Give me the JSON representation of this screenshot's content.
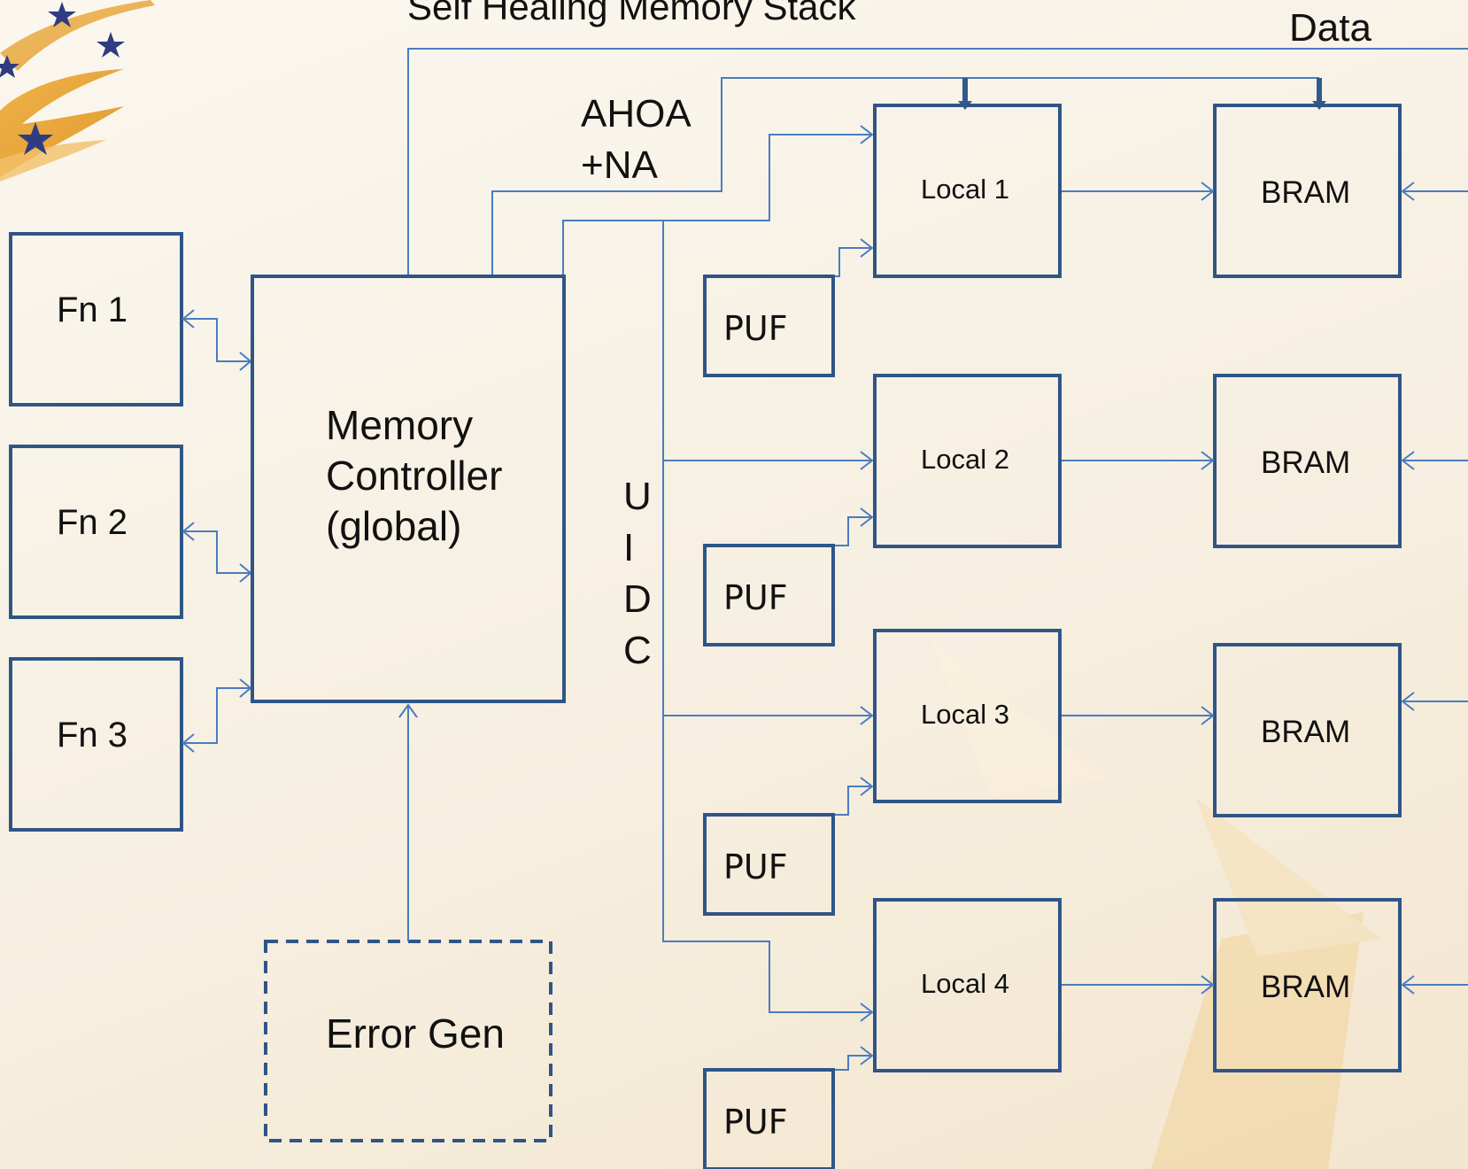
{
  "title": "Self Healing Memory Stack",
  "data_label": "Data",
  "ahoa_label_line1": "AHOA",
  "ahoa_label_line2": "+NA",
  "uidc_letters": [
    "U",
    "I",
    "D",
    "C"
  ],
  "functions": [
    "Fn 1",
    "Fn 2",
    "Fn 3"
  ],
  "controller_lines": [
    "Memory",
    "Controller",
    "(global)"
  ],
  "error_gen_label": "Error Gen",
  "locals": [
    "Local 1",
    "Local 2",
    "Local 3",
    "Local 4"
  ],
  "puf_label": "PUF",
  "bram_label": "BRAM",
  "colors": {
    "box_stroke": "#2f5587",
    "wire": "#4a7cc0",
    "logo_gold": "#e8a63c",
    "logo_star": "#2f3c82"
  }
}
